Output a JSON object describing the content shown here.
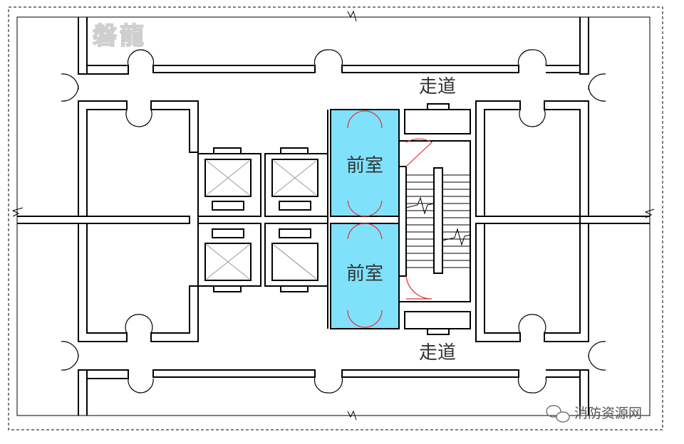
{
  "labels": {
    "corridor_top": "走道",
    "corridor_bottom": "走道",
    "anteroom_top": "前室",
    "anteroom_bottom": "前室"
  },
  "watermark": {
    "logo": "磐龍",
    "source": "消防资源网"
  },
  "colors": {
    "anteroom_fill": "#80e1fb",
    "door_highlight": "#e0303a",
    "wall": "#000000"
  },
  "icons": {
    "watermark_badge": "wechat-icon"
  }
}
